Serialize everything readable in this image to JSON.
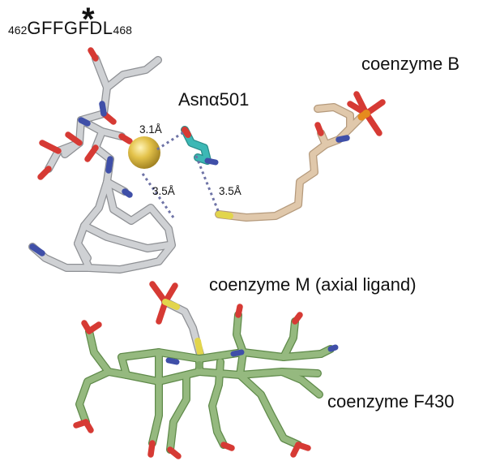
{
  "sequence": {
    "start": "462",
    "residues": "GFFGFDL",
    "end": "468",
    "marker": "*"
  },
  "labels": {
    "asn": "Asnα501",
    "coenzyme_b": "coenzyme B",
    "coenzyme_m": "coenzyme M (axial ligand)",
    "coenzyme_f430": "coenzyme F430"
  },
  "distances": {
    "d1": "3.1Å",
    "d2": "3.5Å",
    "d3": "3.5Å"
  },
  "colors": {
    "peptide_carbon": "#c9cbce",
    "cob_carbon": "#dcc3a6",
    "f430_carbon": "#8fb27a",
    "sulfur": "#e2d54c",
    "oxygen": "#d63a34",
    "nitrogen": "#3f4fa8",
    "phosphorus": "#e58b1e",
    "asn_carbon": "#3cb8b5",
    "sulfur_sphere": "#d9b43c",
    "hbond": "#6e73a6"
  }
}
